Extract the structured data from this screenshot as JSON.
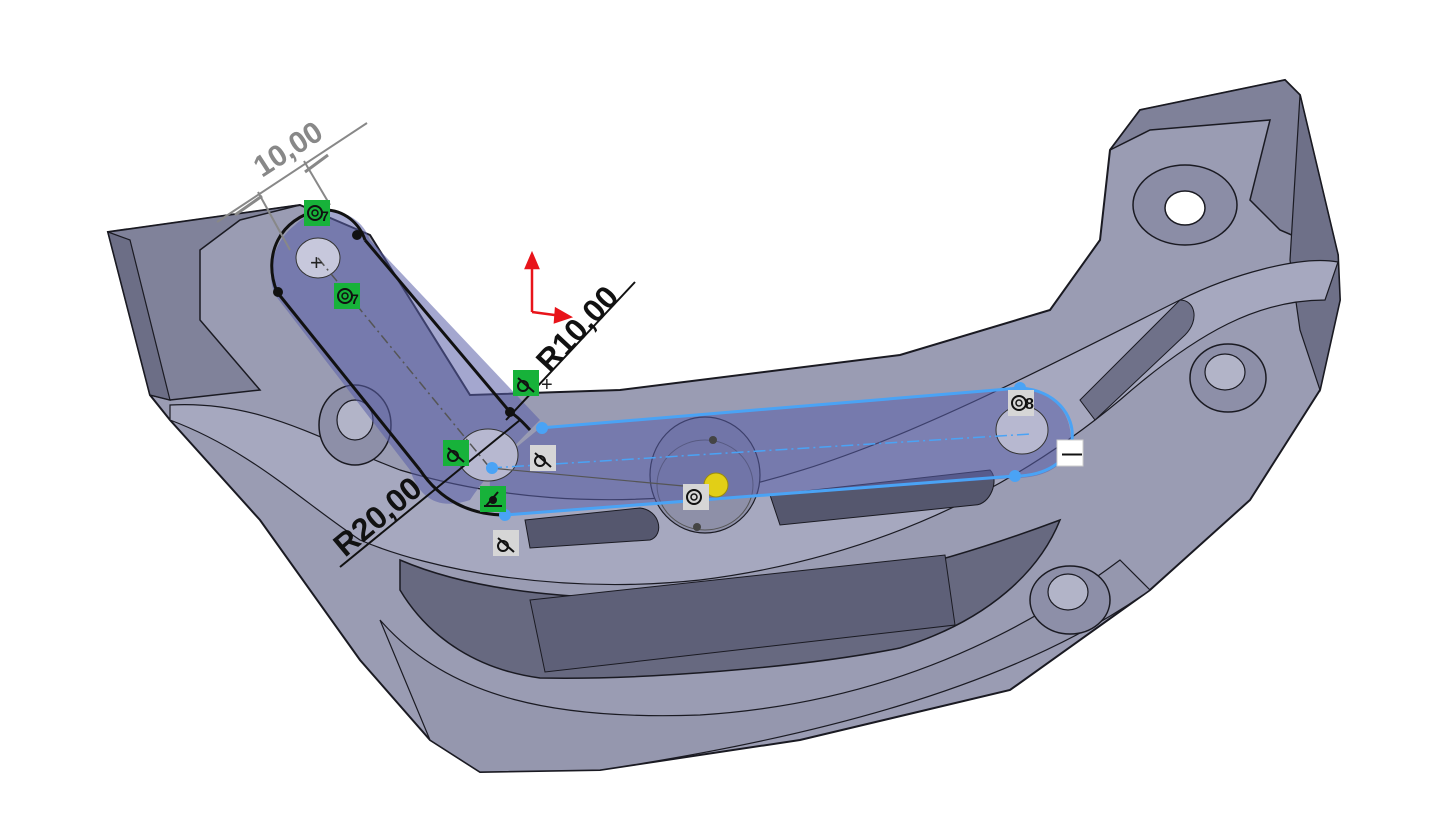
{
  "app": {
    "view": "sketch-in-model"
  },
  "colors": {
    "part_face": "#9a9cb3",
    "part_face_light": "#a8aac0",
    "part_face_dark": "#6e7088",
    "part_edge": "#1a1a22",
    "sketch_selected": "#4aa3f5",
    "sketch_region": "#5a5fa8",
    "dimension_active": "#111111",
    "dimension_inactive": "#888888",
    "relation_active_bg": "#17b23a",
    "relation_inactive_bg": "#d6d6d6",
    "triad_red": "#e8141a",
    "origin_point": "#e2cf16"
  },
  "dimensions": {
    "linear": {
      "value": "10,00"
    },
    "radius_small": {
      "value": "R10,00"
    },
    "radius_large": {
      "value": "R20,00"
    }
  },
  "relations": {
    "concentric_1": {
      "icon": "concentric-relation-icon",
      "label": "7"
    },
    "concentric_2": {
      "icon": "concentric-relation-icon",
      "label": "7"
    },
    "concentric_3": {
      "icon": "concentric-relation-icon",
      "label": "8"
    },
    "concentric_4": {
      "icon": "concentric-relation-icon",
      "label": ""
    },
    "tangent_1": {
      "icon": "tangent-relation-icon"
    },
    "tangent_2": {
      "icon": "tangent-relation-icon"
    },
    "tangent_3": {
      "icon": "tangent-relation-icon"
    },
    "tangent_4": {
      "icon": "tangent-relation-icon"
    },
    "coincident_1": {
      "icon": "coincident-relation-icon"
    },
    "horizontal_1": {
      "icon": "horizontal-relation-icon",
      "label": "—"
    }
  }
}
